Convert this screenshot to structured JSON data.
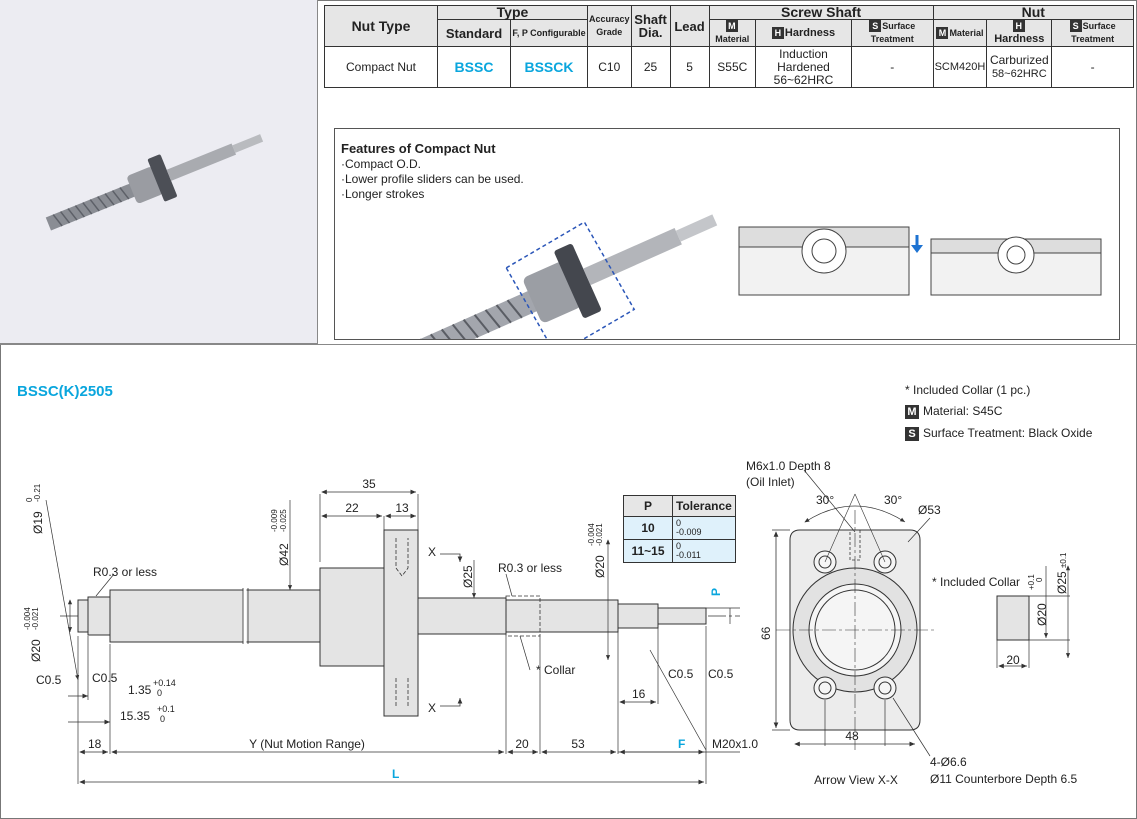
{
  "spec_table": {
    "headers": {
      "nut_type": "Nut Type",
      "type": "Type",
      "standard": "Standard",
      "fp_configurable": "F, P Configurable",
      "accuracy_grade": [
        "Accuracy",
        "Grade"
      ],
      "shaft_dia": [
        "Shaft",
        "Dia."
      ],
      "lead": "Lead",
      "screw_shaft": "Screw Shaft",
      "nut": "Nut",
      "material": "Material",
      "hardness": "Hardness",
      "surface_treatment": "Surface Treatment",
      "label_m": "M",
      "label_h": "H",
      "label_s": "S"
    },
    "row": {
      "nut_type": "Compact Nut",
      "standard": "BSSC",
      "fp_configurable": "BSSCK",
      "accuracy_grade": "C10",
      "shaft_dia": "25",
      "lead": "5",
      "shaft_material": "S55C",
      "shaft_hardness": [
        "Induction Hardened",
        "56~62HRC"
      ],
      "shaft_surface": "-",
      "nut_material": "SCM420H",
      "nut_hardness": [
        "Carburized",
        "58~62HRC"
      ],
      "nut_surface": "-"
    }
  },
  "features": {
    "title": "Features of Compact Nut",
    "items": [
      "·Compact O.D.",
      "·Lower profile sliders can be used.",
      "·Longer strokes"
    ]
  },
  "part_number": "BSSC(K)2505",
  "notes": {
    "collar": "* Included Collar (1 pc.)",
    "material": "Material: S45C",
    "surface": "Surface Treatment: Black Oxide",
    "m": "M",
    "s": "S"
  },
  "tolerance_table": {
    "headers": [
      "P",
      "Tolerance"
    ],
    "rows": [
      {
        "p": "10",
        "upper": "0",
        "lower": "-0.009"
      },
      {
        "p": "11~15",
        "upper": "0",
        "lower": "-0.011"
      }
    ]
  },
  "drawing": {
    "dim_35": "35",
    "dim_22": "22",
    "dim_13": "13",
    "dia_42": "Ø42",
    "dia_42_tol_up": "-0.009",
    "dia_42_tol_lo": "-0.025",
    "dia_19": "Ø19",
    "dia_19_tol_up": "0",
    "dia_19_tol_lo": "-0.21",
    "dia_25": "Ø25",
    "dia_20": "Ø20",
    "dia_20_tol_up": "-0.004",
    "dia_20_tol_lo": "-0.021",
    "r03_left": "R0.3 or less",
    "r03_right": "R0.3 or less",
    "x_top": "X",
    "x_bottom": "X",
    "c05_a": "C0.5",
    "c05_b": "C0.5",
    "c05_c": "C0.5",
    "c05_d": "C0.5",
    "dim_135": "1.35",
    "dim_135_tol_up": "+0.14",
    "dim_135_tol_lo": "0",
    "dim_1535": "15.35",
    "dim_1535_tol_up": "+0.1",
    "dim_1535_tol_lo": "0",
    "collar": "* Collar",
    "dim_16": "16",
    "dim_18": "18",
    "y_range": "Y (Nut Motion Range)",
    "dim_20": "20",
    "dim_53": "53",
    "f": "F",
    "p": "P",
    "l": "L",
    "thread": "M20x1.0",
    "oil_inlet_1": "M6x1.0 Depth 8",
    "oil_inlet_2": "(Oil Inlet)",
    "angle_left": "30°",
    "angle_right": "30°",
    "dia_53": "Ø53",
    "dim_66": "66",
    "dim_48": "48",
    "holes": "4-Ø6.6",
    "counterbore": "Ø11 Counterbore Depth 6.5",
    "arrow_view": "Arrow View X-X",
    "included_collar": "* Included Collar",
    "collar_dia_20": "Ø20",
    "collar_20_tol_up": "+0.1",
    "collar_20_tol_lo": "0",
    "collar_dia_25": "Ø25",
    "collar_25_tol": "±0.1",
    "collar_len": "20"
  }
}
